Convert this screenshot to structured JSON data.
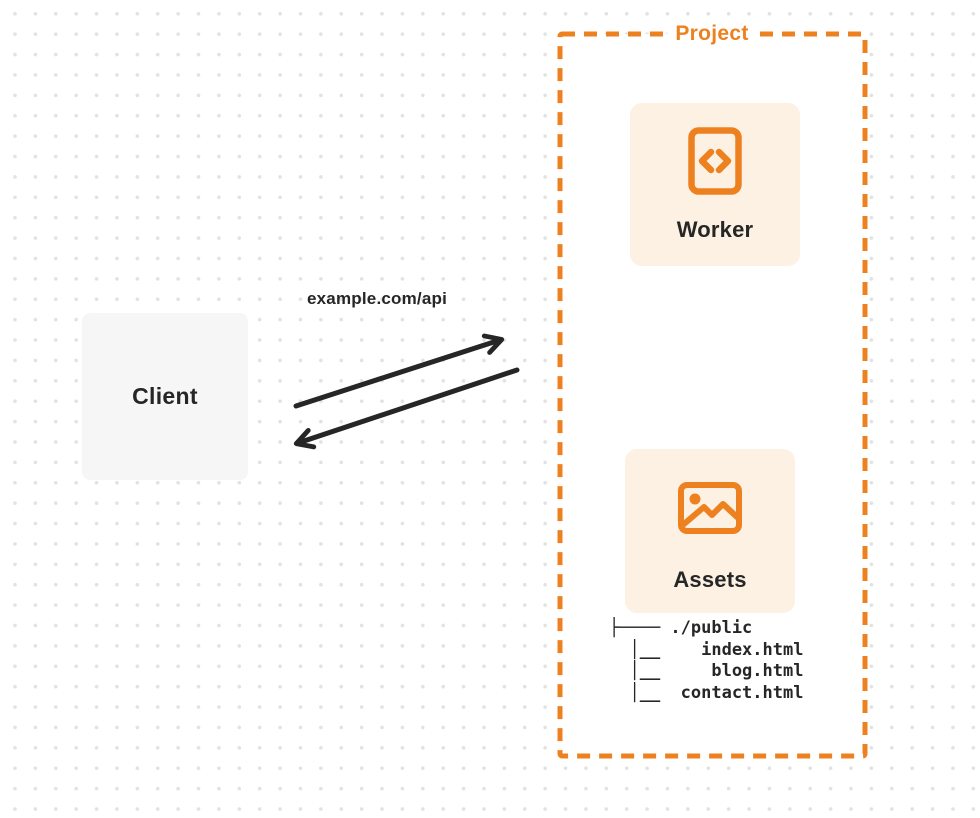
{
  "colors": {
    "accent": "#EE811F",
    "cream": "#FCF1E3",
    "ink": "#262626",
    "client-bg": "#F6F6F7",
    "dot": "#E2E2E2",
    "page-bg": "#FFFFFF"
  },
  "client": {
    "label": "Client"
  },
  "request": {
    "label": "example.com/api"
  },
  "project": {
    "label": "Project",
    "worker": {
      "label": "Worker",
      "icon": "code-file-icon"
    },
    "assets": {
      "label": "Assets",
      "icon": "image-icon"
    },
    "file_tree": [
      "├──── ./public",
      "  │__    index.html",
      "  │__     blog.html",
      "  │__  contact.html"
    ]
  }
}
